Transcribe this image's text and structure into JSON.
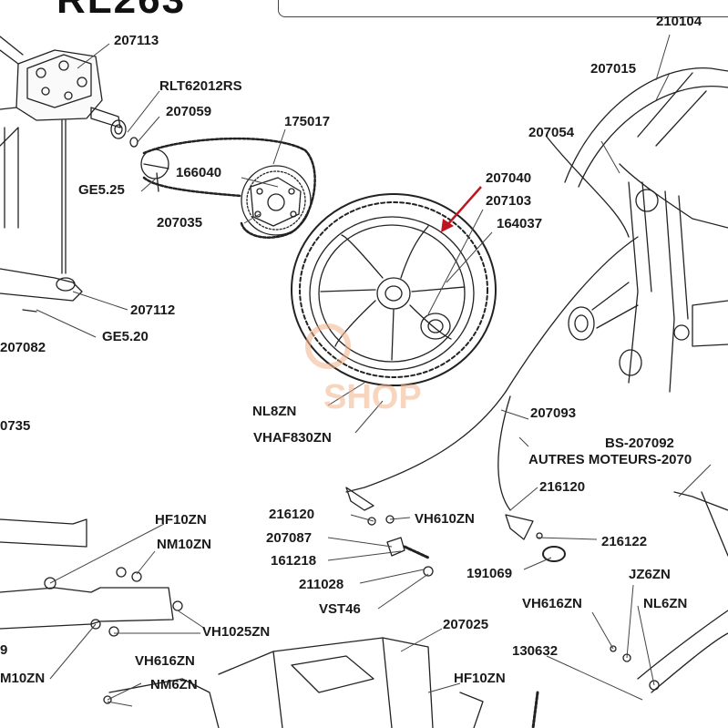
{
  "title_fragment": "RL263",
  "watermark_text": "SHOP",
  "accent_color": "#c0141e",
  "watermark_color": "#f2b38a",
  "parts": {
    "p207113": "207113",
    "p210104": "210104",
    "pRLT62012RS": "RLT62012RS",
    "p207015": "207015",
    "p207059": "207059",
    "p175017": "175017",
    "p207054": "207054",
    "p166040": "166040",
    "pGE525": "GE5.25",
    "p207040": "207040",
    "p207103": "207103",
    "p207035": "207035",
    "p164037": "164037",
    "p207112": "207112",
    "pGE520": "GE5.20",
    "p207082": "207082",
    "pNL8ZN": "NL8ZN",
    "p207093": "207093",
    "p0735": "0735",
    "pVHAF830ZN": "VHAF830ZN",
    "pBS207092": "BS-207092",
    "pAUTRES": "AUTRES MOTEURS-2070",
    "p216120a": "216120",
    "p216120b": "216120",
    "pVH610ZN": "VH610ZN",
    "pHF10ZNa": "HF10ZN",
    "p207087": "207087",
    "p216122": "216122",
    "pNM10ZNa": "NM10ZN",
    "p161218": "161218",
    "p191069": "191069",
    "pJZ6ZN": "JZ6ZN",
    "p211028": "211028",
    "pVH616ZNa": "VH616ZN",
    "pNL6ZN": "NL6ZN",
    "pVST46": "VST46",
    "p207025": "207025",
    "pVH1025ZN": "VH1025ZN",
    "p9": "9",
    "p130632": "130632",
    "pNM10ZNb": "M10ZN",
    "pVH616ZNb": "VH616ZN",
    "pHF10ZNb": "HF10ZN",
    "pNM6ZN": "NM6ZN"
  }
}
